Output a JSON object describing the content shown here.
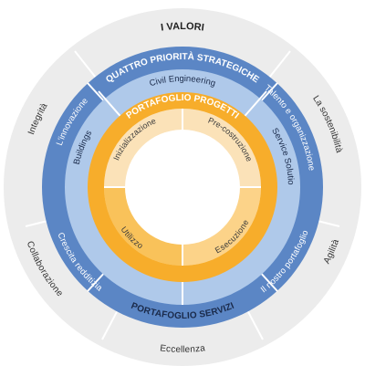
{
  "values_ring": {
    "title": "I VALORI",
    "items": [
      "Integrità",
      "La sostenibilità",
      "Collaborazione",
      "Agilità",
      "Eccellenza"
    ]
  },
  "strategic_ring": {
    "title": "QUATTRO PRIORITÀ STRATEGICHE",
    "items": [
      "L'innovazione",
      "Talento e organizzazione",
      "Crescita redditizia",
      "Il nostro portafoglio"
    ]
  },
  "services_ring": {
    "title": "PORTAFOGLIO SERVIZI",
    "items": [
      "Civil Engineering",
      "Buildings",
      "Service Solutions"
    ]
  },
  "projects_ring": {
    "title": "PORTAFOGLIO PROGETTI",
    "phases": [
      "Inizializzazione",
      "Pre-costruzione",
      "Utilizzo",
      "Esecuzione"
    ]
  },
  "colors": {
    "values_ring": "#ececec",
    "strategic_ring": "#5b86c5",
    "services_ring": "#afc9ea",
    "projects_ring": "#f7ad2b",
    "phase_light": "#fbe2b8",
    "phase_medium": "#fcd389",
    "phase_dark": "#f9c25a"
  }
}
